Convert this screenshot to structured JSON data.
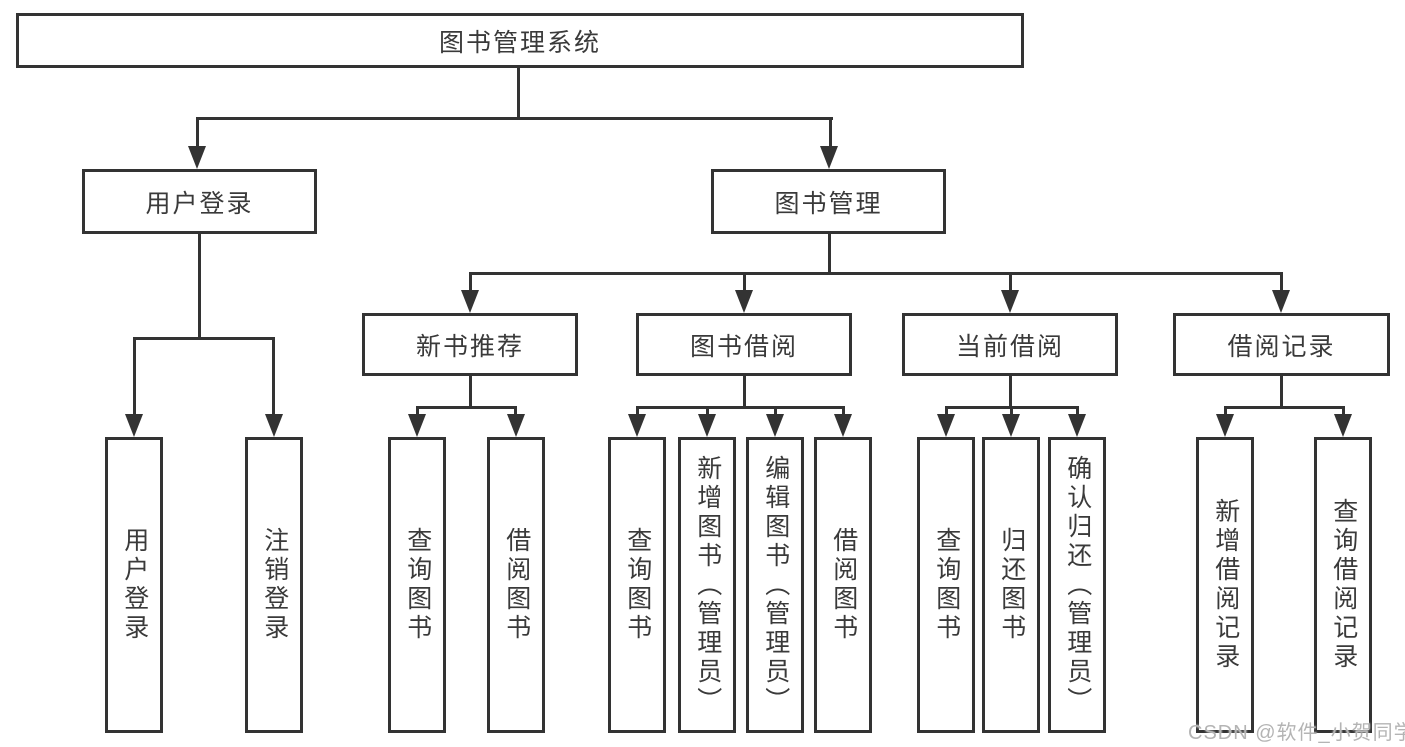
{
  "diagram": {
    "tree": {
      "root": {
        "label": "图书管理系统"
      },
      "branches": [
        {
          "label": "用户登录",
          "children": [
            {
              "label": "用户登录"
            },
            {
              "label": "注销登录"
            }
          ]
        },
        {
          "label": "图书管理",
          "children": [
            {
              "label": "新书推荐",
              "children": [
                {
                  "label": "查询图书"
                },
                {
                  "label": "借阅图书"
                }
              ]
            },
            {
              "label": "图书借阅",
              "children": [
                {
                  "label": "查询图书"
                },
                {
                  "label": "新增图书（管理员）"
                },
                {
                  "label": "编辑图书（管理员）"
                },
                {
                  "label": "借阅图书"
                }
              ]
            },
            {
              "label": "当前借阅",
              "children": [
                {
                  "label": "查询图书"
                },
                {
                  "label": "归还图书"
                },
                {
                  "label": "确认归还（管理员）"
                }
              ]
            },
            {
              "label": "借阅记录",
              "children": [
                {
                  "label": "新增借阅记录"
                },
                {
                  "label": "查询借阅记录"
                }
              ]
            }
          ]
        }
      ]
    }
  },
  "watermark": {
    "text": "CSDN @软件_小贺同学"
  },
  "colors": {
    "line": "#333333",
    "box_border": "#333333",
    "text": "#3a3a3a",
    "watermark": "#b4b4b4",
    "background": "#ffffff"
  }
}
